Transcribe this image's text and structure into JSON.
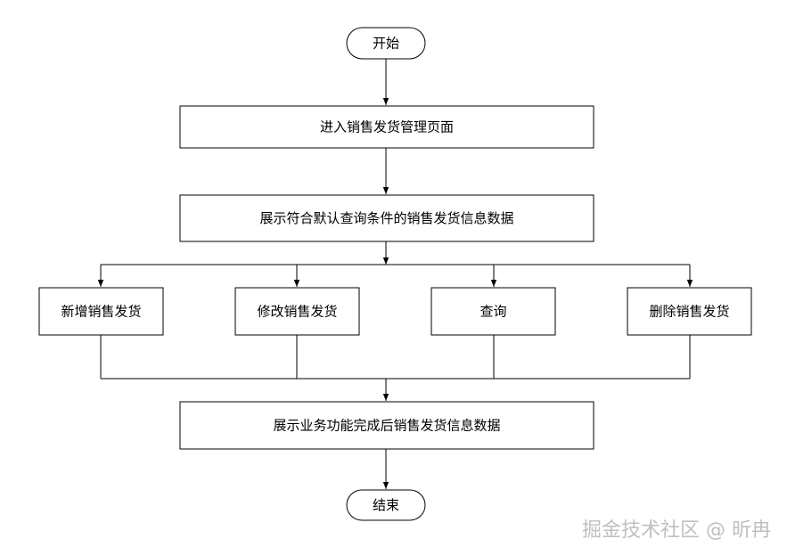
{
  "nodes": {
    "start": "开始",
    "enter_page": "进入销售发货管理页面",
    "show_default": "展示符合默认查询条件的销售发货信息数据",
    "add": "新增销售发货",
    "edit": "修改销售发货",
    "query": "查询",
    "delete": "删除销售发货",
    "show_result": "展示业务功能完成后销售发货信息数据",
    "end": "结束"
  },
  "watermark": "掘金技术社区 @ 昕冉"
}
